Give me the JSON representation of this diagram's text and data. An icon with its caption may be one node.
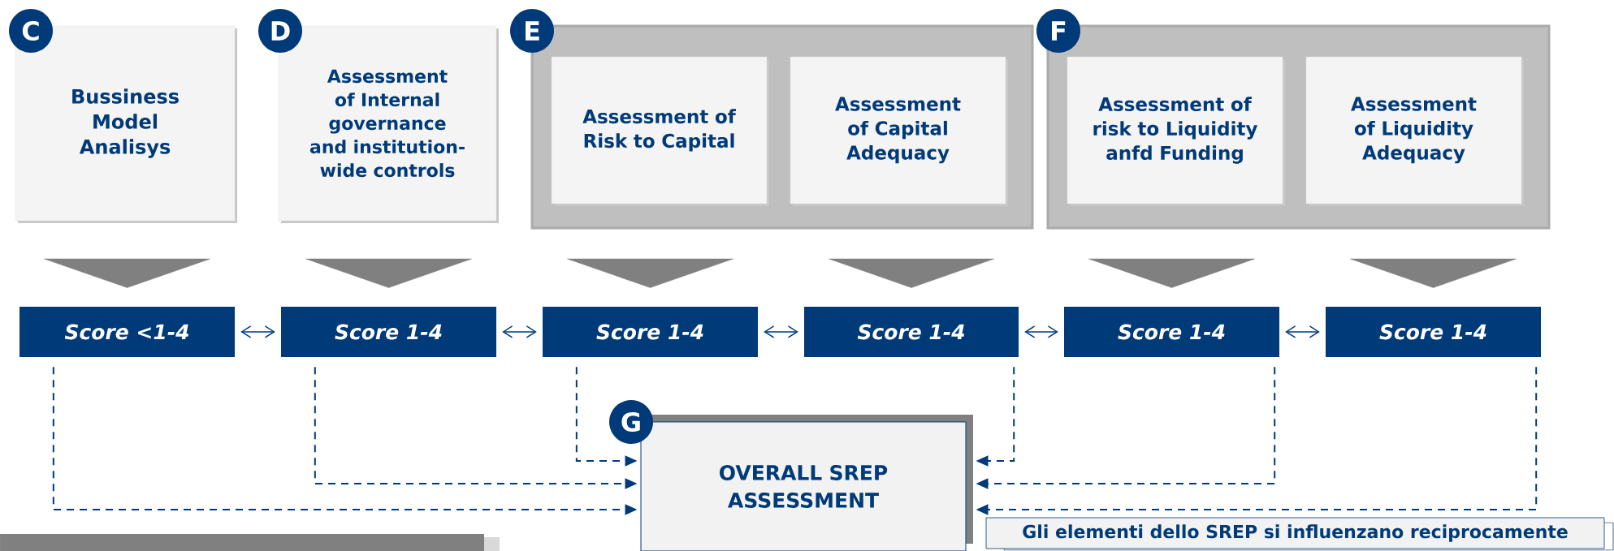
{
  "diagram": {
    "nodes": [
      {
        "text": [
          "Bussiness Model Analisys"
        ]
      },
      {
        "text": [
          "C"
        ]
      },
      {
        "text": [
          "Assessment of Internal governance and institution-wide controls"
        ]
      },
      {
        "text": [
          "D"
        ]
      },
      {
        "text": [],
        "shape": "box"
      },
      {
        "text": [
          "E"
        ]
      },
      {
        "text": [
          "Assessment of Risk to Capital"
        ],
        "in": 4
      },
      {
        "text": [
          "Assessment of Capital Adequacy"
        ],
        "in": 4
      },
      {
        "text": [],
        "shape": "box"
      },
      {
        "text": [
          "F"
        ]
      },
      {
        "text": [
          "Assessment of risk to Liquidity anfd Funding"
        ],
        "in": 8
      },
      {
        "text": [
          "Assessment of Liquidity Adequacy"
        ],
        "in": 8
      },
      {
        "text": [
          "Score <1-4"
        ]
      },
      {
        "text": [
          "Score 1-4"
        ]
      },
      {
        "text": [
          "Score 1-4"
        ]
      },
      {
        "text": [
          "Score 1-4"
        ]
      },
      {
        "text": [
          "Score 1-4"
        ]
      },
      {
        "text": [
          "Score 1-4"
        ]
      },
      {
        "text": [
          "OVERALL SREP ASSESSMENT"
        ]
      },
      {
        "text": [
          "G"
        ]
      },
      {
        "text": [
          "Gli elementi dello SREP si influenzano reciprocamente"
        ]
      }
    ],
    "edges": [
      {
        "from": 0,
        "to": 12,
        "arrow": "to",
        "style": "thick",
        "color": "#808080"
      },
      {
        "from": 2,
        "to": 13,
        "arrow": "to",
        "style": "thick",
        "color": "#808080"
      },
      {
        "from": 6,
        "to": 14,
        "arrow": "to",
        "style": "thick",
        "color": "#808080"
      },
      {
        "from": 7,
        "to": 15,
        "arrow": "to",
        "style": "thick",
        "color": "#808080"
      },
      {
        "from": 10,
        "to": 16,
        "arrow": "to",
        "style": "thick",
        "color": "#808080"
      },
      {
        "from": 11,
        "to": 17,
        "arrow": "to",
        "style": "thick",
        "color": "#808080"
      },
      {
        "from": 12,
        "to": 13,
        "arrow": "both"
      },
      {
        "from": 13,
        "to": 14,
        "arrow": "both"
      },
      {
        "from": 14,
        "to": 15,
        "arrow": "both"
      },
      {
        "from": 15,
        "to": 16,
        "arrow": "both"
      },
      {
        "from": 16,
        "to": 17,
        "arrow": "both"
      },
      {
        "from": 12,
        "to": 18,
        "arrow": "to",
        "style": "dashed"
      },
      {
        "from": 13,
        "to": 18,
        "arrow": "to",
        "style": "dashed"
      },
      {
        "from": 14,
        "to": 18,
        "arrow": "to",
        "style": "dashed"
      },
      {
        "from": 15,
        "to": 18,
        "arrow": "to",
        "style": "dashed"
      },
      {
        "from": 16,
        "to": 18,
        "arrow": "to",
        "style": "dashed"
      },
      {
        "from": 17,
        "to": 18,
        "arrow": "to",
        "style": "dashed"
      }
    ]
  }
}
